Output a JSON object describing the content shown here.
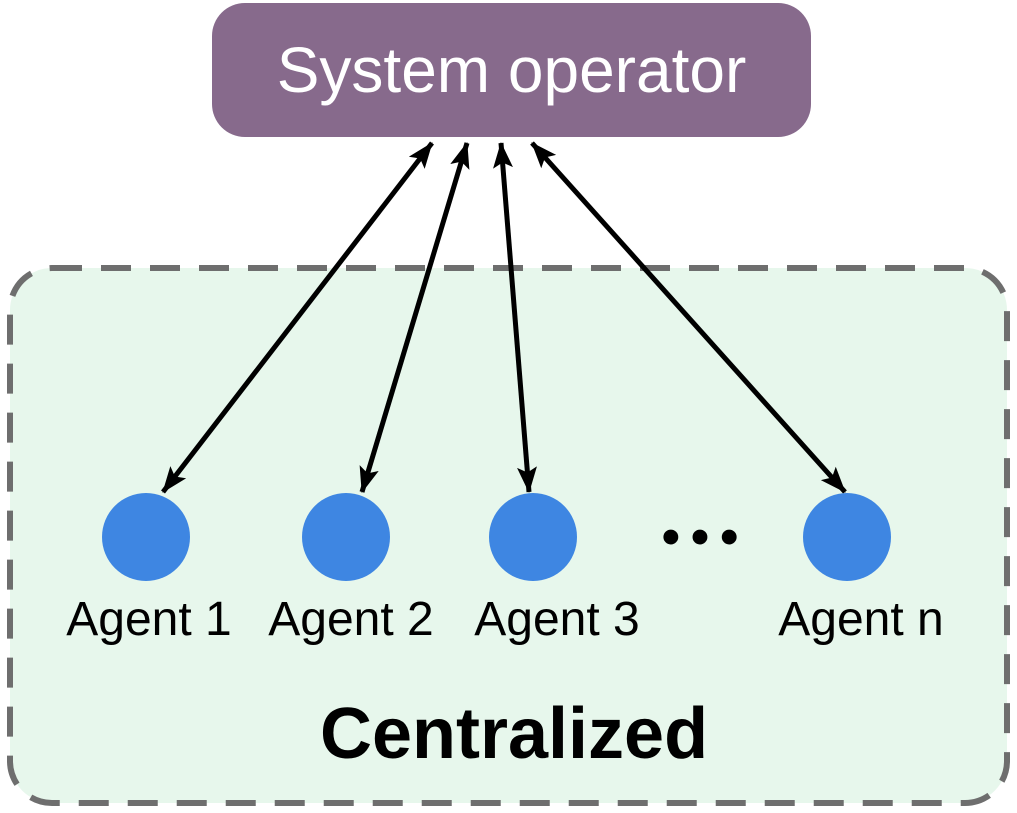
{
  "operator": {
    "label": "System operator",
    "bg_color": "#876A8C",
    "text_color": "#FFFFFF"
  },
  "group": {
    "label": "Centralized",
    "bg_color": "#E7F7EC",
    "border_color": "#6E6E6E",
    "border_style": "dashed",
    "label_color": "#000000"
  },
  "agents": {
    "items": [
      {
        "label": "Agent 1"
      },
      {
        "label": "Agent 2"
      },
      {
        "label": "Agent 3"
      },
      {
        "label": "Agent n"
      }
    ],
    "ellipsis": "•••",
    "node_color": "#3E86E2",
    "label_color": "#000000"
  },
  "arrows": {
    "type": "double-headed",
    "count": 4,
    "color": "#000000"
  }
}
